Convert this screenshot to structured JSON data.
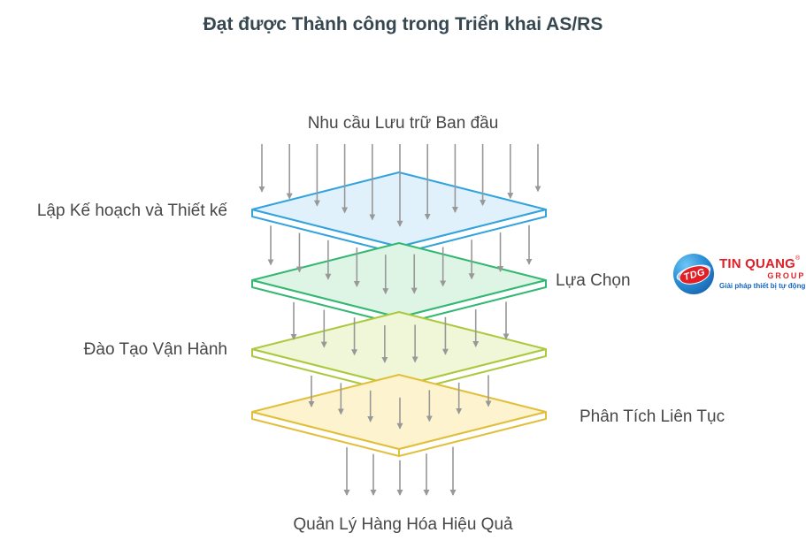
{
  "title": "Đạt được Thành công trong Triển khai AS/RS",
  "diagram": {
    "type": "layered-filter-flow",
    "top_label": "Nhu cầu Lưu trữ Ban đầu",
    "bottom_label": "Quản Lý Hàng Hóa Hiệu Quả",
    "arrow_color": "#989898",
    "layers": [
      {
        "label": "Lập Kế hoạch và Thiết kế",
        "side": "left",
        "stroke": "#33a3dd",
        "fill": "#e0f1fb"
      },
      {
        "label": "Lựa Chọn",
        "side": "right",
        "stroke": "#33b873",
        "fill": "#def5e6"
      },
      {
        "label": "Đào Tạo Vận Hành",
        "side": "left",
        "stroke": "#abc93e",
        "fill": "#f0f7d9"
      },
      {
        "label": "Phân Tích Liên Tục",
        "side": "right",
        "stroke": "#e2bf3a",
        "fill": "#fdf4cf"
      }
    ]
  },
  "logo": {
    "monogram": "TDG",
    "name": "TIN QUANG",
    "group": "GROUP",
    "registered": "®",
    "tagline": "Giải pháp thiết bị tự động",
    "red": "#e21e26",
    "blue": "#1565c0"
  }
}
